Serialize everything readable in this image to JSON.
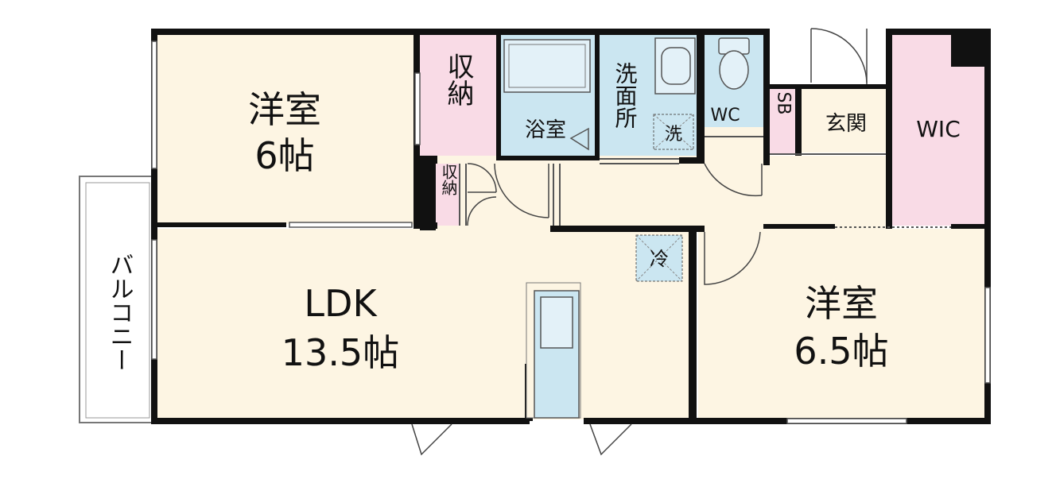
{
  "colors": {
    "room": "#fdf5e3",
    "storage": "#f9dbe6",
    "wet": "#cbe6f1",
    "wall": "#111111",
    "fixture": "#e3f1f8"
  },
  "rooms": {
    "bedroom1": {
      "name": "洋室",
      "size": "6帖"
    },
    "storage1": {
      "label": "収納"
    },
    "bath": {
      "label": "浴室"
    },
    "washroom": {
      "label": "洗面所",
      "washer": "洗"
    },
    "toilet": {
      "label": "WC"
    },
    "shoebox": {
      "label": "SB"
    },
    "entrance": {
      "label": "玄関"
    },
    "wic": {
      "label": "WIC"
    },
    "storage2": {
      "label": "収納"
    },
    "ldk": {
      "name": "LDK",
      "size": "13.5帖"
    },
    "fridge": {
      "label": "冷"
    },
    "bedroom2": {
      "name": "洋室",
      "size": "6.5帖"
    },
    "balcony": {
      "label": "バルコニー"
    }
  }
}
